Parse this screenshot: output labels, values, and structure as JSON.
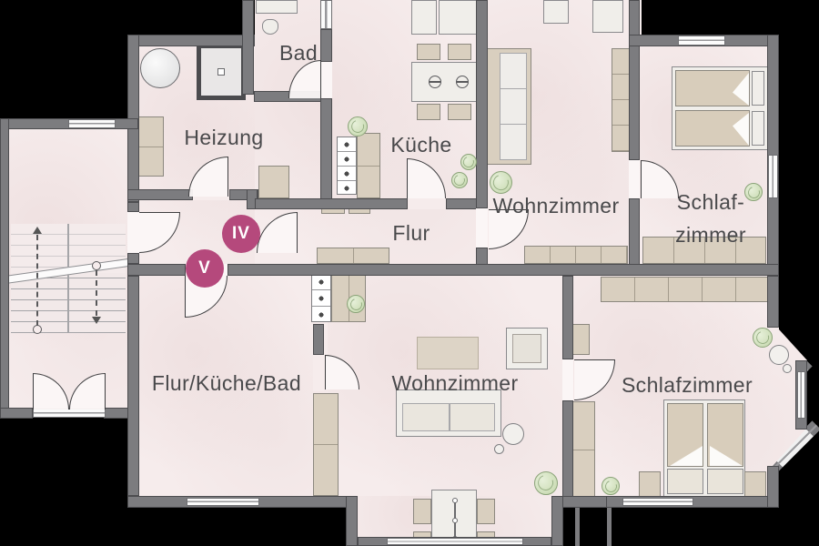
{
  "rooms": {
    "heizung": {
      "label": "Heizung"
    },
    "bad": {
      "label": "Bad"
    },
    "kueche": {
      "label": "Küche"
    },
    "flur": {
      "label": "Flur"
    },
    "wohnzimmer_top": {
      "label": "Wohnzimmer"
    },
    "schlafzimmer_top": {
      "line1": "Schlaf-",
      "line2": "zimmer"
    },
    "flur_kueche_bad": {
      "label": "Flur/Küche/Bad"
    },
    "wohnzimmer_bottom": {
      "label": "Wohnzimmer"
    },
    "schlafzimmer_bottom": {
      "label": "Schlafzimmer"
    }
  },
  "unit_badges": {
    "upper": "IV",
    "lower": "V"
  },
  "colors": {
    "background": "#000000",
    "wall": "#7c7c7f",
    "floor": "#f6ecec",
    "badge": "#b5497c",
    "furniture_beige": "#d9cfbf",
    "plant_green": "#cfe0bd"
  }
}
